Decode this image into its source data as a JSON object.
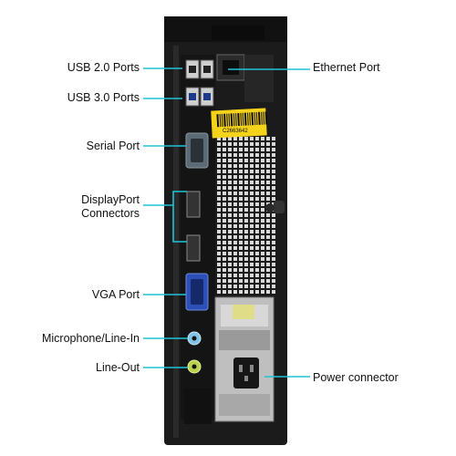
{
  "diagram": {
    "labels_left": [
      {
        "id": "usb2",
        "text": "USB 2.0 Ports"
      },
      {
        "id": "usb3",
        "text": "USB 3.0 Ports"
      },
      {
        "id": "serial",
        "text": "Serial Port"
      },
      {
        "id": "displayport",
        "text": "DisplayPort\nConnectors"
      },
      {
        "id": "vga",
        "text": "VGA Port"
      },
      {
        "id": "mic",
        "text": "Microphone/Line-In"
      },
      {
        "id": "lineout",
        "text": "Line-Out"
      }
    ],
    "labels_right": [
      {
        "id": "ethernet",
        "text": "Ethernet Port"
      },
      {
        "id": "power",
        "text": "Power connector"
      }
    ],
    "sticker_code": "C2663642",
    "colors": {
      "leader_line": "#1fc3d6",
      "case": "#1b1b1b",
      "sticker": "#f5d31a",
      "vga": "#2d4fb8",
      "mic": "#7fc3e6",
      "lineout": "#b8d24a"
    }
  }
}
